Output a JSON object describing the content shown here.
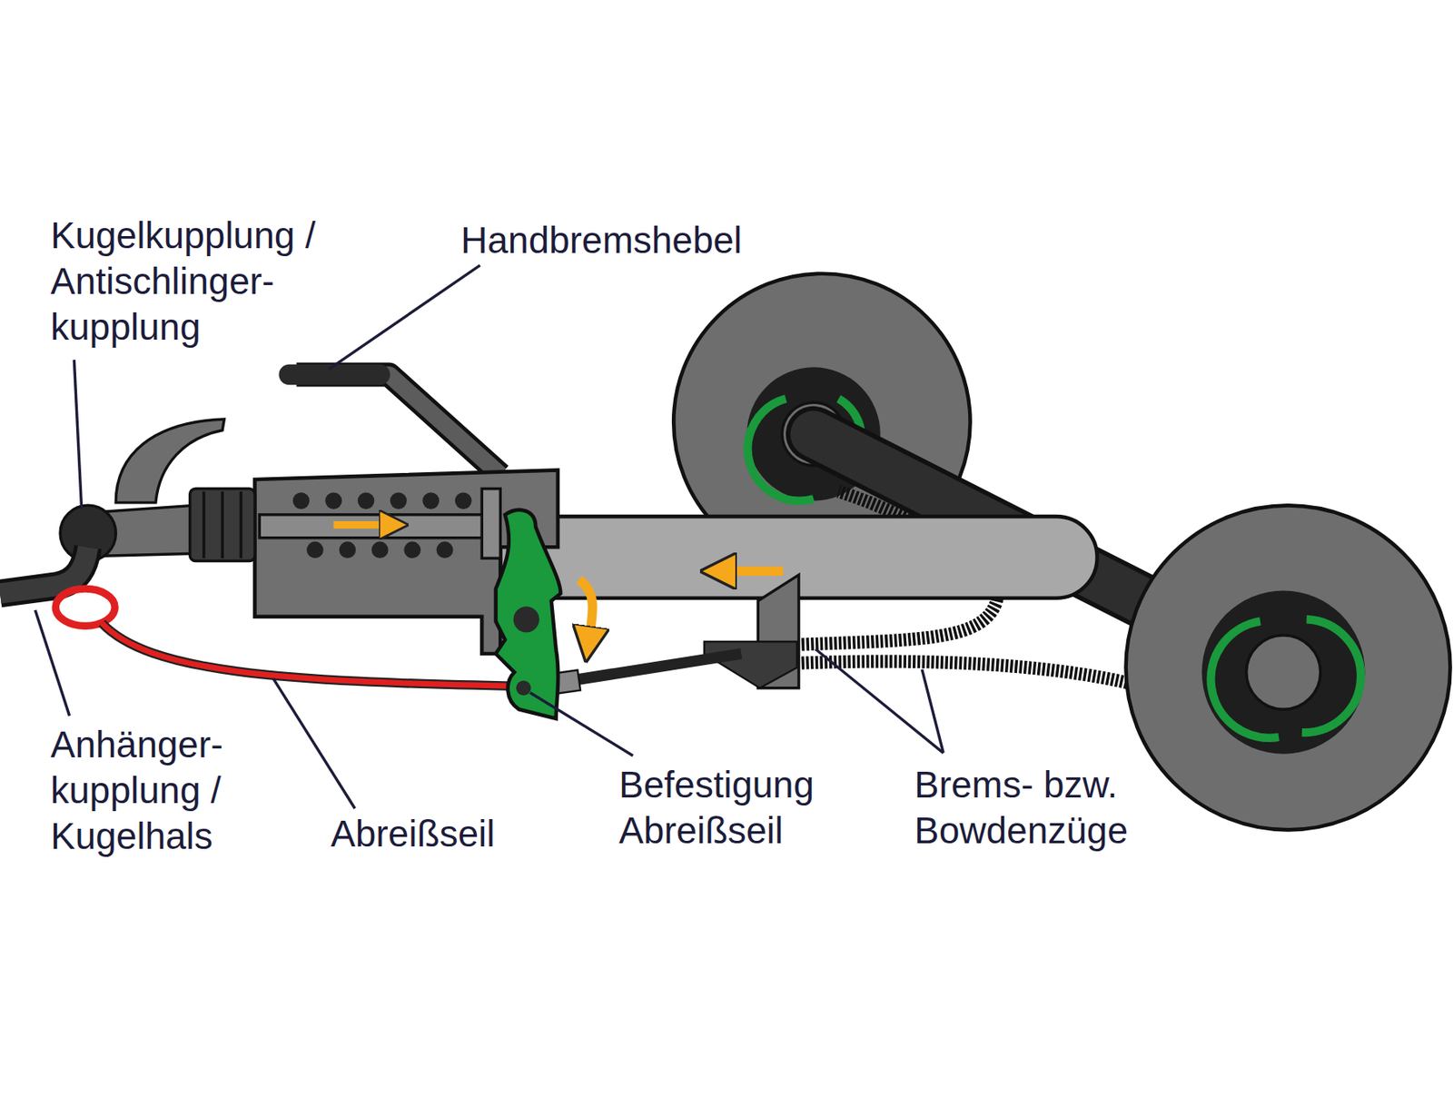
{
  "diagram": {
    "labels": [
      "Kugelkupplung / Antischlinger- kupplung",
      "Handbremshebel",
      "Anhänger- kupplung / Kugelhals",
      "Abreißseil",
      "Befestigung Abreißseil",
      "Brems- bzw. Bowdenzüge"
    ]
  }
}
